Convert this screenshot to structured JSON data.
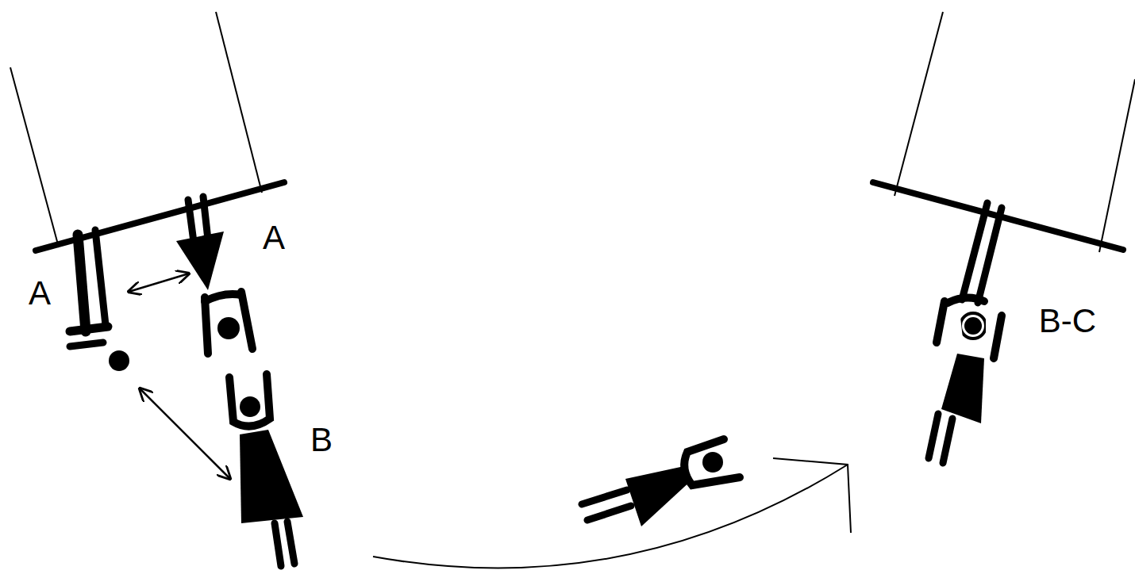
{
  "diagram": {
    "labels": [
      "A",
      "A",
      "B-C",
      "B"
    ]
  }
}
